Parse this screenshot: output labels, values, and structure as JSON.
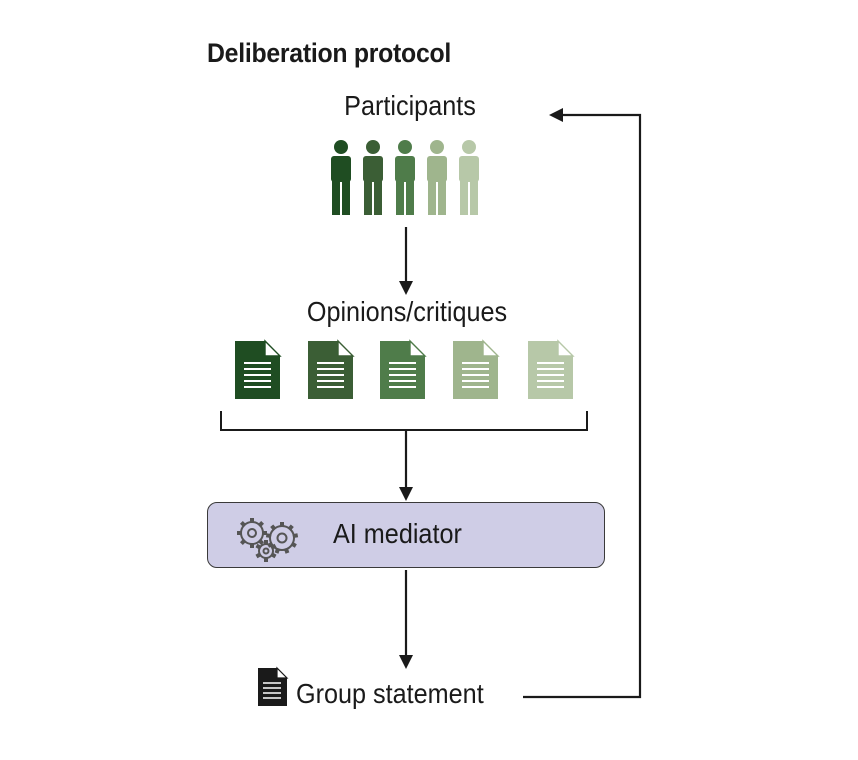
{
  "diagram": {
    "title": "Deliberation protocol",
    "participants_label": "Participants",
    "opinions_label": "Opinions/critiques",
    "mediator_label": "AI mediator",
    "group_label": "Group statement",
    "participant_colors": [
      "#1f4d22",
      "#3b5e35",
      "#4f7c4a",
      "#9fb58d",
      "#b7c8a8"
    ],
    "document_colors": [
      "#1f4d22",
      "#3b5e35",
      "#4f7c4a",
      "#9fb58d",
      "#b7c8a8"
    ],
    "mediator_fill": "#cfcde6",
    "icons": {
      "person": "person-icon",
      "document": "document-icon",
      "gears": "gears-icon",
      "statement": "statement-document-icon"
    }
  }
}
